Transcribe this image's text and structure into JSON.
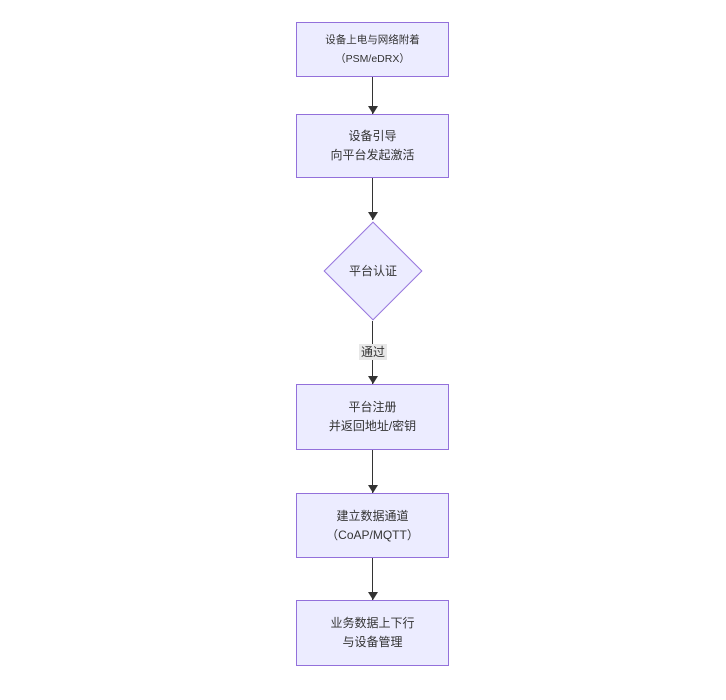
{
  "diagram": {
    "type": "flowchart",
    "direction": "top-down",
    "colors": {
      "background": "#ffffff",
      "node_fill": "#ECECFF",
      "node_border": "#9370DB",
      "text": "#333333",
      "edge": "#333333",
      "edge_label_bg": "#e8e8e8"
    },
    "nodes": [
      {
        "id": "device-power-on",
        "shape": "rect",
        "lines": [
          "设备上电与网络附着",
          "（PSM/eDRX）"
        ]
      },
      {
        "id": "device-bootstrap",
        "shape": "rect",
        "lines": [
          "设备引导",
          "向平台发起激活"
        ]
      },
      {
        "id": "platform-auth",
        "shape": "diamond",
        "lines": [
          "平台认证"
        ]
      },
      {
        "id": "platform-register",
        "shape": "rect",
        "lines": [
          "平台注册",
          "并返回地址/密钥"
        ]
      },
      {
        "id": "data-channel",
        "shape": "rect",
        "lines": [
          "建立数据通道",
          "（CoAP/MQTT）"
        ]
      },
      {
        "id": "business-data",
        "shape": "rect",
        "lines": [
          "业务数据上下行",
          "与设备管理"
        ]
      }
    ],
    "edges": [
      {
        "from": "device-power-on",
        "to": "device-bootstrap",
        "label": ""
      },
      {
        "from": "device-bootstrap",
        "to": "platform-auth",
        "label": ""
      },
      {
        "from": "platform-auth",
        "to": "platform-register",
        "label": "通过"
      },
      {
        "from": "platform-register",
        "to": "data-channel",
        "label": ""
      },
      {
        "from": "data-channel",
        "to": "business-data",
        "label": ""
      }
    ]
  }
}
